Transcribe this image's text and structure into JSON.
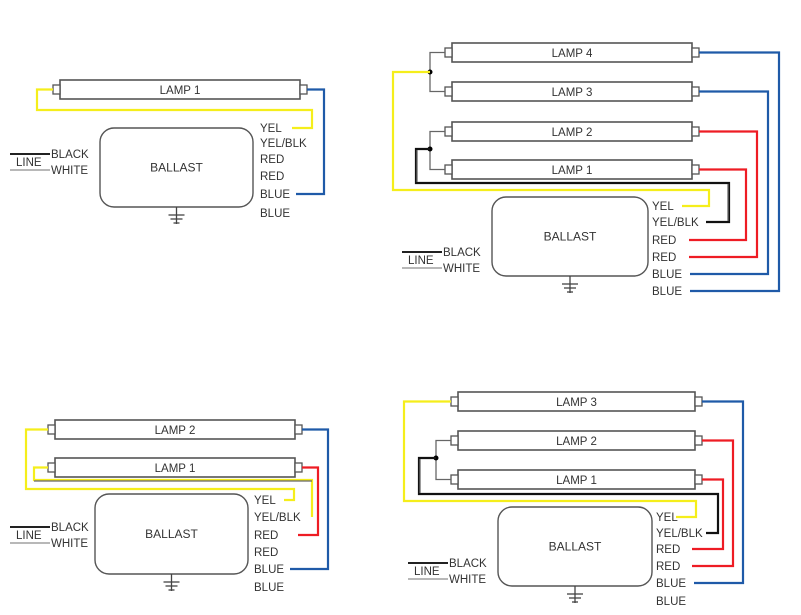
{
  "colors": {
    "yellow": "#f5ee1b",
    "black": "#111111",
    "red": "#ee1c24",
    "blue": "#1f5aa8",
    "line_black": "#222222",
    "line_white": "#b8b8b8",
    "jumper": "#666666"
  },
  "line_labels": {
    "line": "LINE",
    "black": "BLACK",
    "white": "WHITE"
  },
  "ballast_label": "BALLAST",
  "diagrams": [
    {
      "id": "one-lamp",
      "lamps": [
        "LAMP 1"
      ],
      "leads": [
        "YEL",
        "YEL/BLK",
        "RED",
        "RED",
        "BLUE",
        "BLUE"
      ]
    },
    {
      "id": "four-lamp",
      "lamps": [
        "LAMP 4",
        "LAMP 3",
        "LAMP 2",
        "LAMP 1"
      ],
      "leads": [
        "YEL",
        "YEL/BLK",
        "RED",
        "RED",
        "BLUE",
        "BLUE"
      ]
    },
    {
      "id": "two-lamp",
      "lamps": [
        "LAMP 2",
        "LAMP 1"
      ],
      "leads": [
        "YEL",
        "YEL/BLK",
        "RED",
        "RED",
        "BLUE",
        "BLUE"
      ]
    },
    {
      "id": "three-lamp",
      "lamps": [
        "LAMP 3",
        "LAMP 2",
        "LAMP 1"
      ],
      "leads": [
        "YEL",
        "YEL/BLK",
        "RED",
        "RED",
        "BLUE",
        "BLUE"
      ]
    }
  ]
}
